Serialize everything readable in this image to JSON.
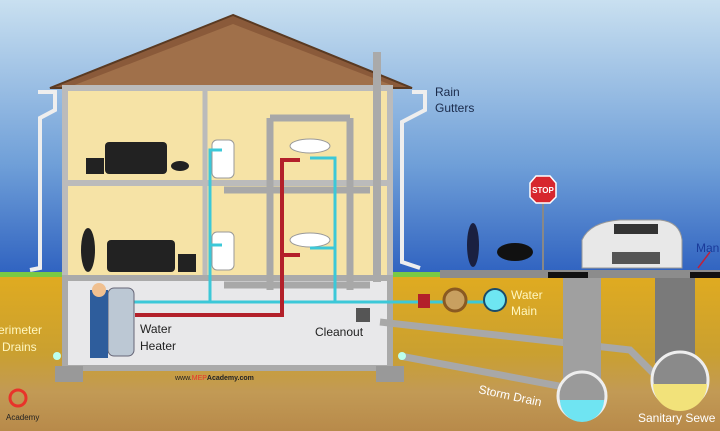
{
  "labels": {
    "rain_gutters": [
      "Rain",
      "Gutters"
    ],
    "stop_sign": "STOP",
    "manhole": "Man",
    "water_main": [
      "Water",
      "Main"
    ],
    "cleanout": "Cleanout",
    "water_heater": [
      "Water",
      "Heater"
    ],
    "perimeter_drains": [
      "erimeter",
      "Drains"
    ],
    "storm_drain": "Storm Drain",
    "sanitary_sewer": "Sanitary Sewe"
  },
  "watermark": {
    "prefix": "www.",
    "brand": "MEP",
    "suffix": "Academy.com"
  },
  "logo": {
    "text": "Academy"
  },
  "colors": {
    "hot_pipe": "#b3202a",
    "cold_pipe": "#3cc8d8",
    "drain_pipe": "#9a9a9a",
    "stop": "#d7262e"
  }
}
